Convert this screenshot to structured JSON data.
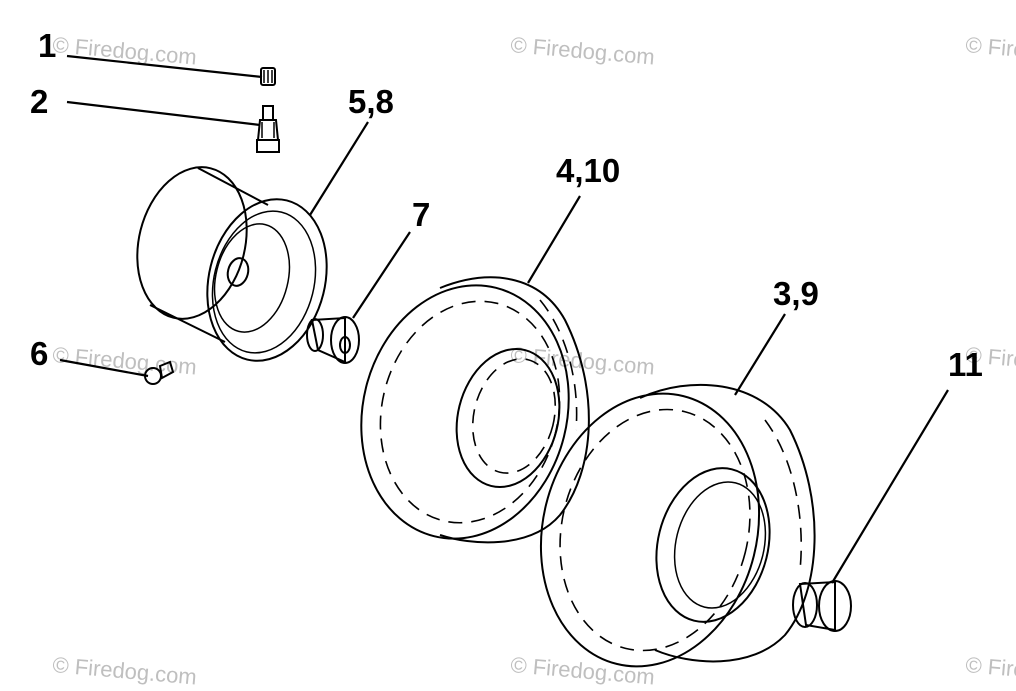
{
  "callouts": {
    "c1": "1",
    "c2": "2",
    "c58": "5,8",
    "c7": "7",
    "c410": "4,10",
    "c39": "3,9",
    "c6": "6",
    "c11": "11"
  },
  "watermark": "© Firedog.com"
}
